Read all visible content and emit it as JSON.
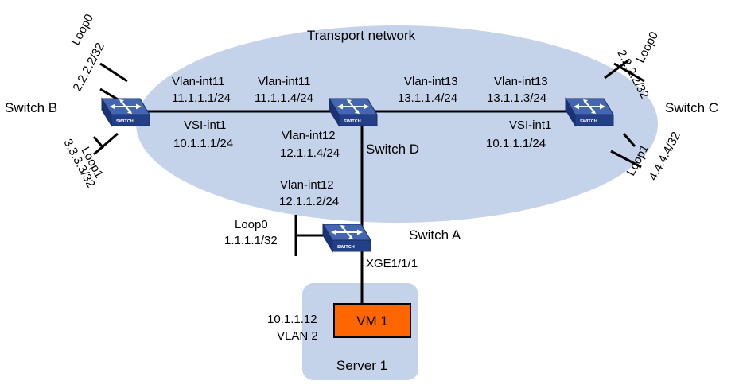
{
  "network": {
    "title": "Transport network"
  },
  "switch_b": {
    "name": "Switch B",
    "loop0": "Loop0",
    "loop0_ip": "2.2.2.2/32",
    "loop1": "Loop1",
    "loop1_ip": "3.3.3.3/32",
    "vlan_if": "Vlan-int11",
    "vlan_ip": "11.1.1.1/24",
    "vsi_if": "VSI-int1",
    "vsi_ip": "10.1.1.1/24"
  },
  "switch_c": {
    "name": "Switch C",
    "loop0": "Loop0",
    "loop0_ip": "2.2.2.2/32",
    "loop1": "Loop1",
    "loop1_ip": "4.4.4.4/32",
    "vlan_if": "Vlan-int13",
    "vlan_ip": "13.1.1.3/24",
    "vsi_if": "VSI-int1",
    "vsi_ip": "10.1.1.1/24"
  },
  "switch_d": {
    "name": "Switch D",
    "if_to_b": "Vlan-int11",
    "ip_to_b": "11.1.1.4/24",
    "if_to_c": "Vlan-int13",
    "ip_to_c": "13.1.1.4/24",
    "if_to_a": "Vlan-int12",
    "ip_to_a": "12.1.1.4/24"
  },
  "switch_a": {
    "name": "Switch A",
    "vlan_if": "Vlan-int12",
    "vlan_ip": "12.1.1.2/24",
    "loop0": "Loop0",
    "loop0_ip": "1.1.1.1/32",
    "port": "XGE1/1/1"
  },
  "server": {
    "name": "Server 1",
    "vm_name": "VM 1",
    "vm_ip": "10.1.1.12",
    "vm_vlan": "VLAN 2"
  },
  "switch_icon_label": "SWITCH",
  "colors": {
    "cloud": "#c5d3ea",
    "server_bg": "#c5d3ea",
    "vm_fill": "#ff6600",
    "switch_top": "#3f5fa8",
    "switch_side": "#1f3c86",
    "switch_front": "#2a4a96"
  }
}
